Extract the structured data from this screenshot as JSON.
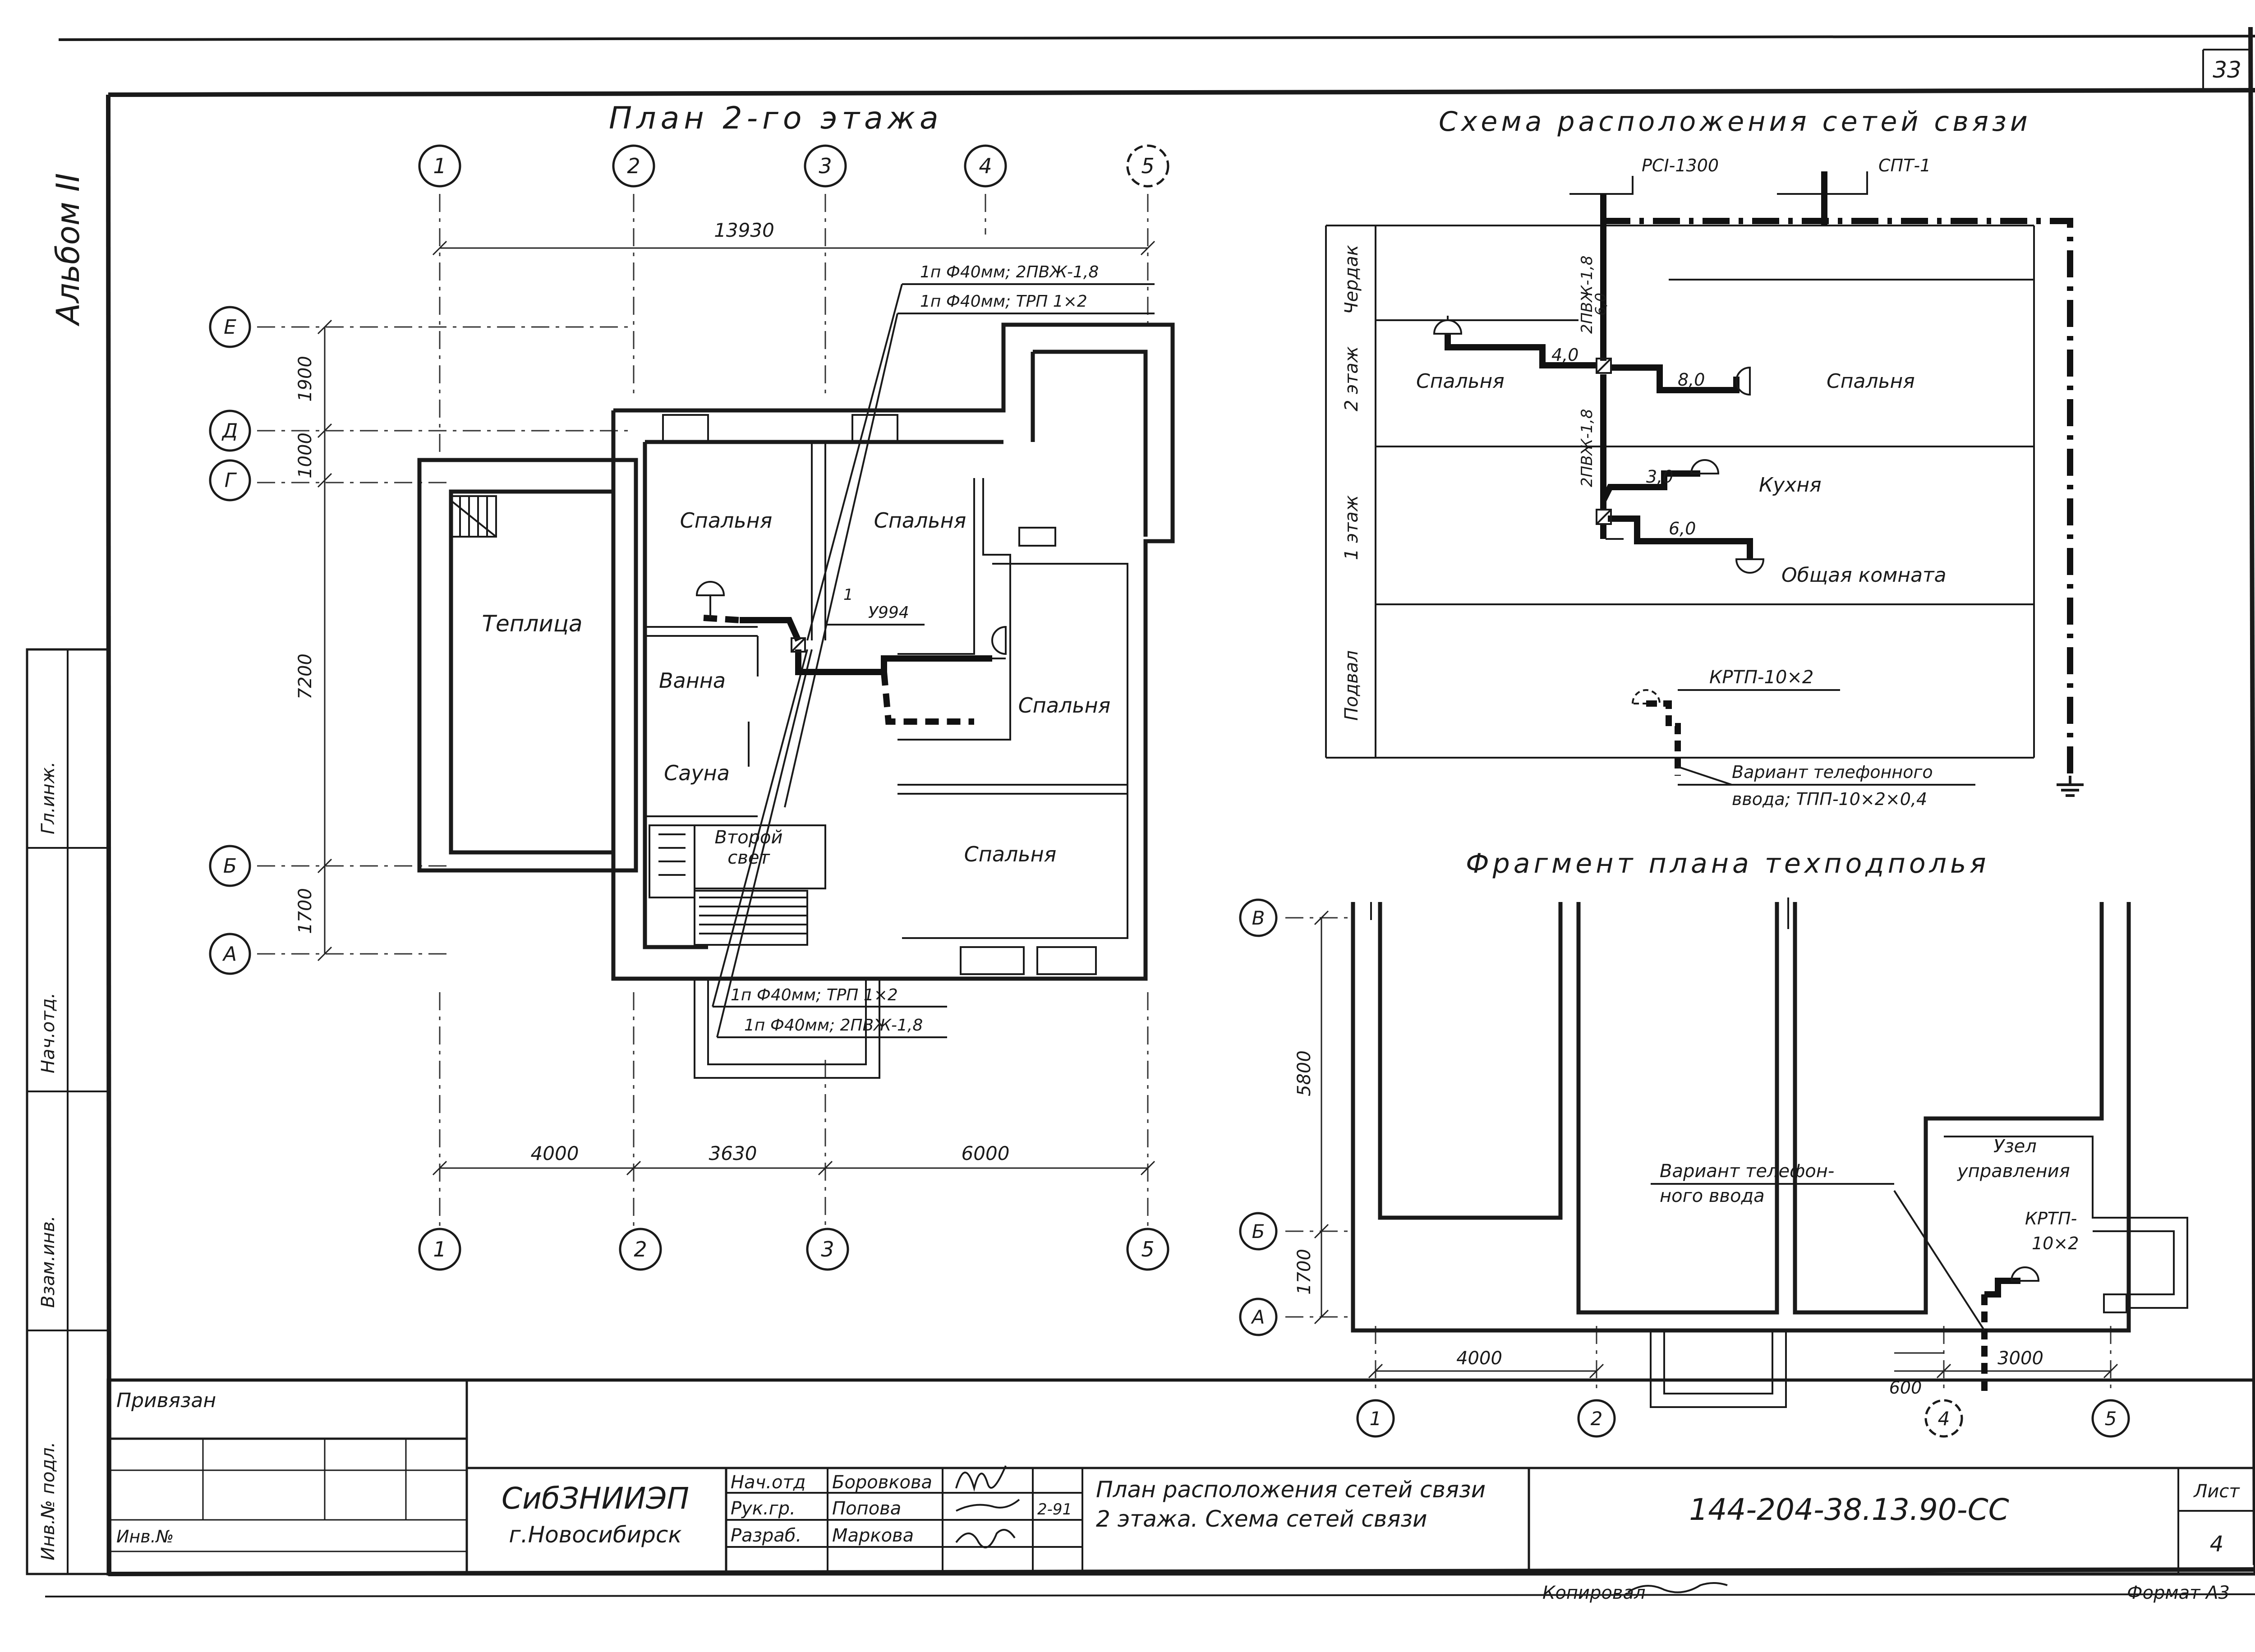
{
  "sheet_corner": "33",
  "album_label": "Альбом II",
  "plan2": {
    "title": "План 2-го этажа",
    "axes_top": [
      "1",
      "2",
      "3",
      "4",
      "5"
    ],
    "axes_bottom": [
      "1",
      "2",
      "3",
      "5"
    ],
    "axes_left": [
      "Е",
      "Д",
      "Г",
      "Б",
      "А"
    ],
    "dim_overall": "13930",
    "dim_bottom": [
      "4000",
      "3630",
      "6000"
    ],
    "dim_left": [
      "1900",
      "1000",
      "7200",
      "1700"
    ],
    "rooms": {
      "teplica": "Теплица",
      "spalnya_1": "Спальня",
      "spalnya_2": "Спальня",
      "spalnya_3": "Спальня",
      "spalnya_4": "Спальня",
      "vanna": "Ванна",
      "sauna": "Сауна",
      "vtoroy": "Второй",
      "svet": "свет"
    },
    "cable_top_1": "1п Ф40мм; 2ПВЖ-1,8",
    "cable_top_2": "1п Ф40мм; ТРП 1×2",
    "cable_bot_1": "1п Ф40мм; ТРП 1×2",
    "cable_bot_2": "1п Ф40мм; 2ПВЖ-1,8",
    "box_label": "У994",
    "leader_1": "1"
  },
  "scheme": {
    "title": "Схема расположения сетей связи",
    "rsi": "РСI-1300",
    "spt": "СПТ-1",
    "levels": [
      "Чердак",
      "2 этаж",
      "1 этаж",
      "Подвал"
    ],
    "rooms": {
      "sp_left": "Спальня",
      "sp_right": "Спальня",
      "kuhnya": "Кухня",
      "obshaya": "Общая комната"
    },
    "vals": {
      "v40": "4,0",
      "v80": "8,0",
      "v30": "3,0",
      "v60": "6,0",
      "v60b": "6,0"
    },
    "vert_1": "2ПВЖ-1,8",
    "vert_2": "2ПВЖ-1,8",
    "krtp": "КРТП-10×2",
    "variant_1": "Вариант телефонного",
    "variant_2": "ввода; ТПП-10×2×0,4"
  },
  "fragment": {
    "title": "Фрагмент плана техподполья",
    "axes_left": [
      "В",
      "Б",
      "А"
    ],
    "axes_bottom": [
      "1",
      "2",
      "4",
      "5"
    ],
    "dim_left": [
      "5800",
      "1700"
    ],
    "dim_bottom": [
      "4000",
      "600",
      "3000"
    ],
    "variant_1": "Вариант телефон-",
    "variant_2": "ного ввода",
    "uzel_1": "Узел",
    "uzel_2": "управления",
    "krtp_1": "КРТП-",
    "krtp_2": "10×2"
  },
  "stamp": {
    "privyazan": "Привязан",
    "inv": "Инв.№",
    "org_1": "СибЗНИИЭП",
    "org_2": "г.Новосибирск",
    "roles": [
      "Нач.отд",
      "Рук.гр.",
      "Разраб."
    ],
    "names": [
      "Боровкова",
      "Попова",
      "Маркова"
    ],
    "date": "2-91",
    "title_1": "План расположения сетей связи",
    "title_2": "2 этажа. Схема сетей связи",
    "code": "144-204-38.13.90-СС",
    "list_label": "Лист",
    "list_num": "4",
    "kopiroval": "Копировал",
    "format": "Формат А3"
  },
  "side_stamp": [
    "Инв.№ подл.",
    "Взам.инв.",
    "Нач.отд.",
    "Гл.инж."
  ]
}
